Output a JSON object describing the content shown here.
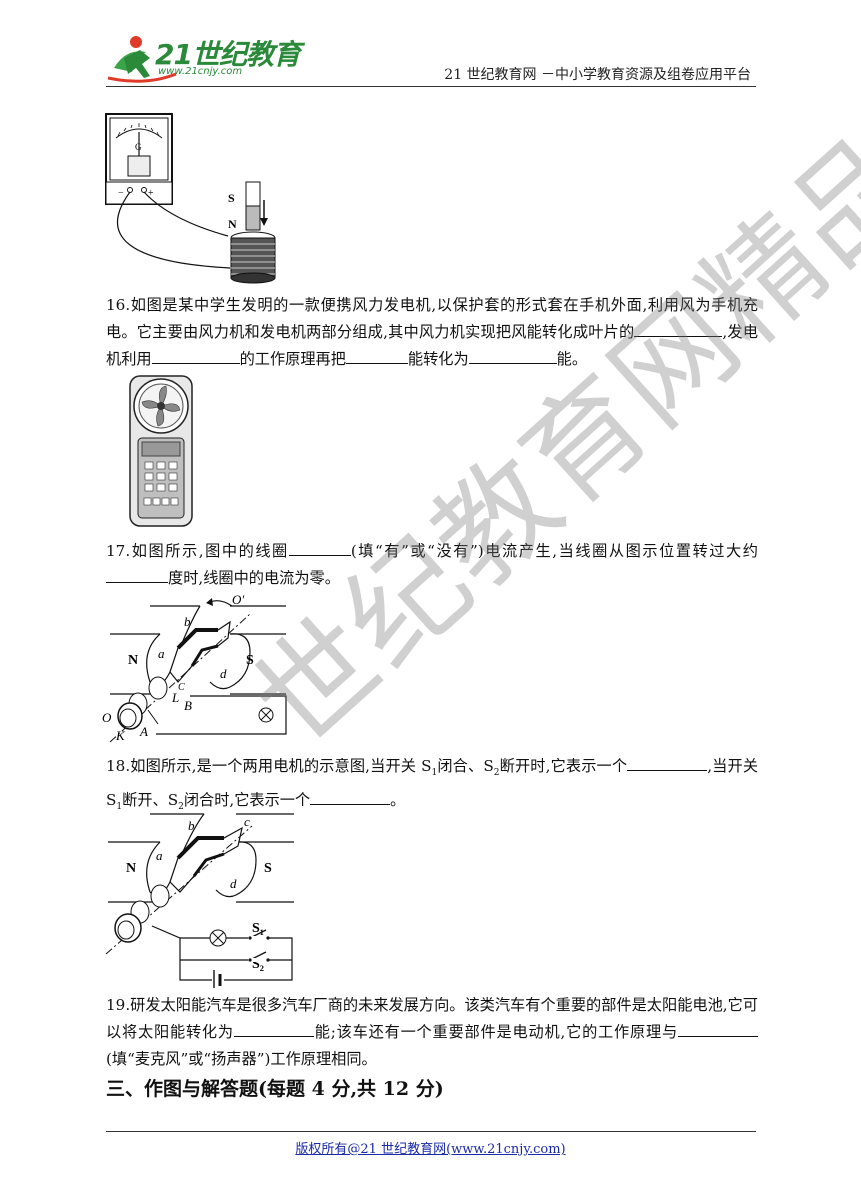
{
  "header": {
    "brand": "21世纪教育",
    "brand_url": "www.21cnjy.com",
    "site_tagline": "21 世纪教育网 －中小学教育资源及组卷应用平台"
  },
  "questions": [
    {
      "number": "16.",
      "text_a": "如图是某中学生发明的一款便携风力发电机,以保护套的形式套在手机外面,利用风为手机充电。它主要由风力机和发电机两部分组成,其中风力机实现把风能转化成叶片的",
      "text_b": ",发电机利用",
      "text_c": "的工作原理再把",
      "text_d": "能转化为",
      "text_e": "能。"
    },
    {
      "number": "17.",
      "text_a": "如图所示,图中的线圈",
      "text_b": "(填“有”或“没有”)电流产生,当线圈从图示位置转过大约",
      "text_c": "度时,线圈中的电流为零。"
    },
    {
      "number": "18.",
      "text_a": "如图所示,是一个两用电机的示意图,当开关 S",
      "sub1": "1",
      "text_b": "闭合、S",
      "sub2": "2",
      "text_c": "断开时,它表示一个",
      "text_d": ",当开关 S",
      "sub3": "1",
      "text_e": "断开、S",
      "sub4": "2",
      "text_f": "闭合时,它表示一个",
      "text_g": "。"
    },
    {
      "number": "19.",
      "text_a": "研发太阳能汽车是很多汽车厂商的未来发展方向。该类汽车有个重要的部件是太阳能电池,它可以将太阳能转化为",
      "text_b": "能;该车还有一个重要部件是电动机,它的工作原理与",
      "text_c": "(填“麦克风”或“扬声器”)工作原理相同。"
    }
  ],
  "section_title": "三、作图与解答题(每题 4 分,共 12 分)",
  "footer": "版权所有@21 世纪教育网(www.21cnjy.com)",
  "watermark": "世纪教育网精品资料",
  "figure_labels": {
    "fig1": {
      "meter_letter": "G",
      "s": "S",
      "n": "N",
      "minus": "−",
      "plus": "+"
    },
    "fig3": {
      "o_prime": "O′",
      "b": "b",
      "a": "a",
      "n": "N",
      "s": "S",
      "d": "d",
      "c": "C",
      "l": "L",
      "bb": "B",
      "o": "O",
      "k": "K",
      "aa": "A"
    },
    "fig4": {
      "b": "b",
      "c": "c",
      "a": "a",
      "n": "N",
      "s": "S",
      "d": "d",
      "s1": "S₁",
      "s2": "S₂"
    }
  }
}
